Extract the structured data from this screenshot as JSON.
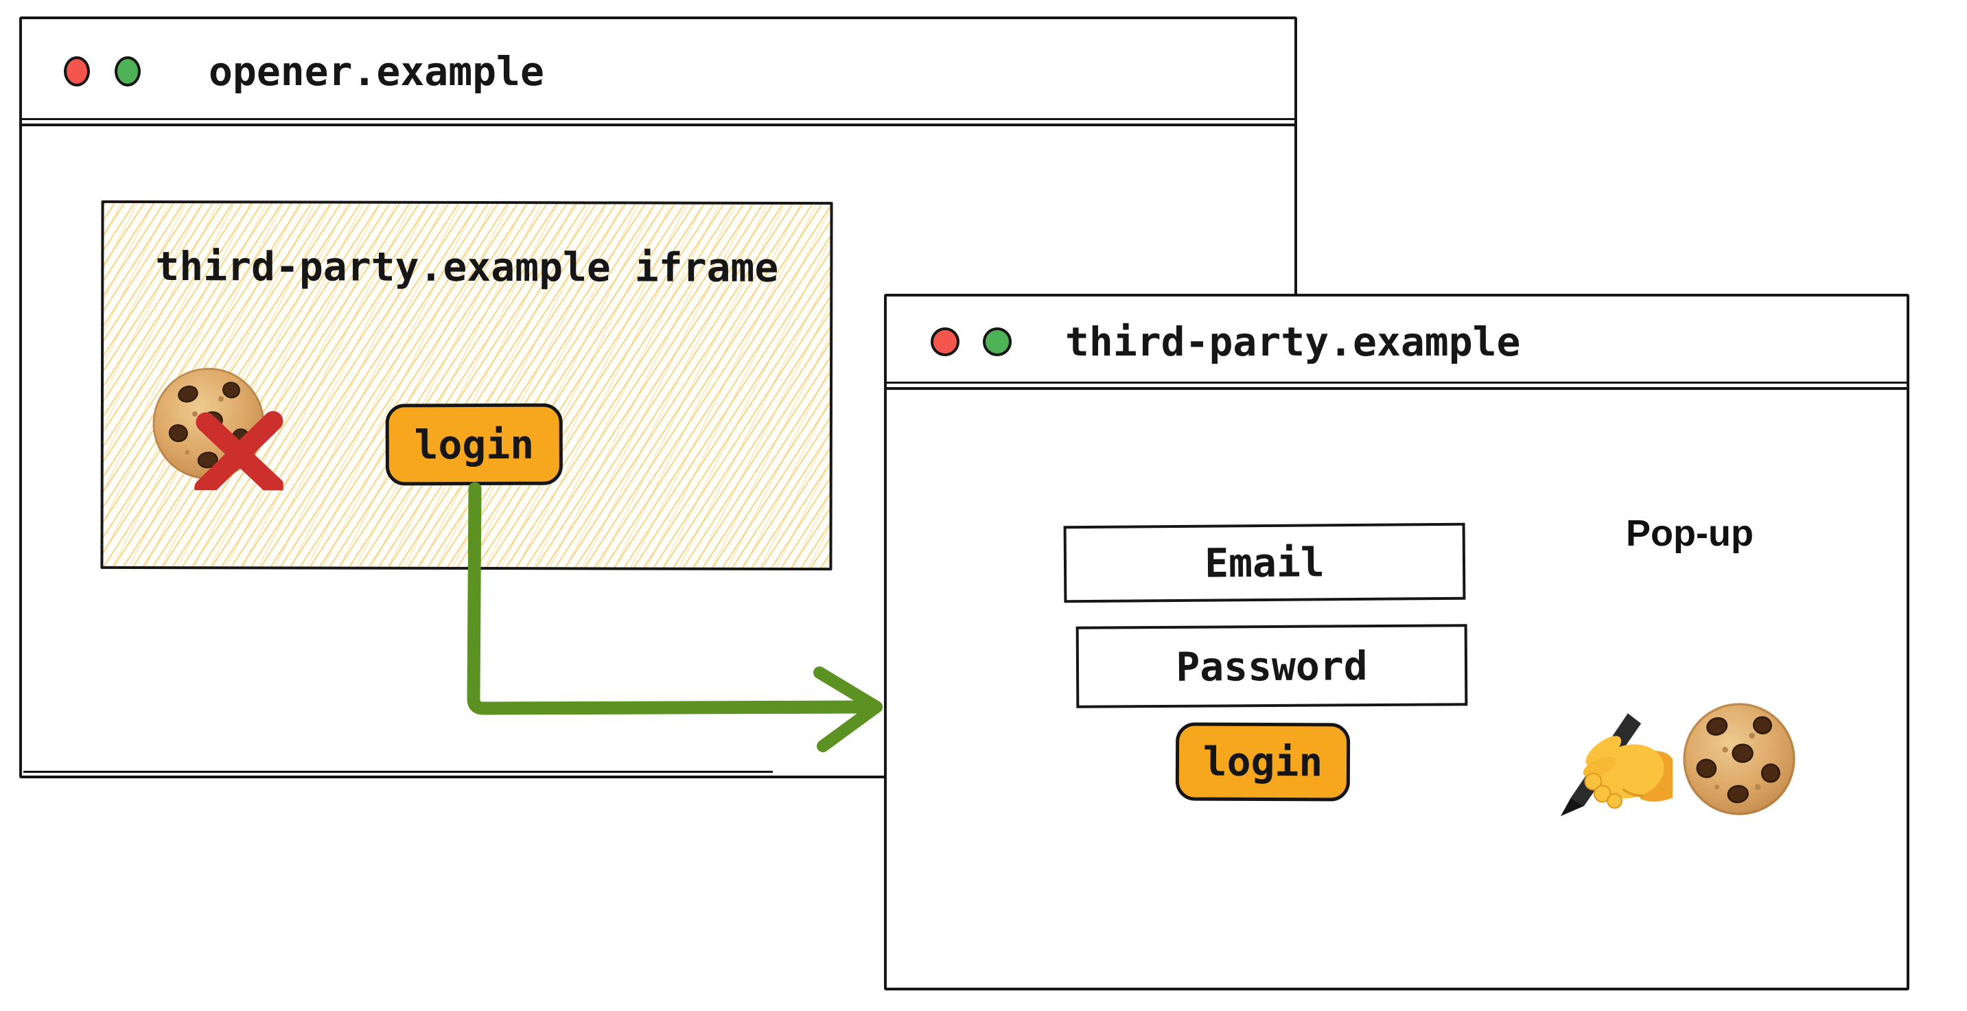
{
  "diagram": {
    "style": "hand-drawn browser-window sketch",
    "colors": {
      "ink": "#161616",
      "accent_orange": "#f6a71e",
      "arrow_green": "#5b9222",
      "traffic_red": "#f4554d",
      "traffic_green": "#4eb257",
      "blocked_cross_red": "#cd302c",
      "hatch_line": "#f6d380"
    }
  },
  "opener_window": {
    "title": "opener.example",
    "traffic_lights": [
      "red",
      "green"
    ],
    "iframe": {
      "title": "third-party.example iframe",
      "blocked_cookie_icon": "cookie-with-red-cross",
      "login_button_label": "login"
    }
  },
  "arrow": {
    "shape": "elbow-down-right",
    "color": "#5b9222"
  },
  "popup_window": {
    "title": "third-party.example",
    "traffic_lights": [
      "red",
      "green"
    ],
    "popup_label": "Pop-up",
    "email_field": {
      "value": "Email"
    },
    "password_field": {
      "value": "Password"
    },
    "login_button_label": "login",
    "icons": [
      "writing-hand",
      "cookie"
    ]
  }
}
